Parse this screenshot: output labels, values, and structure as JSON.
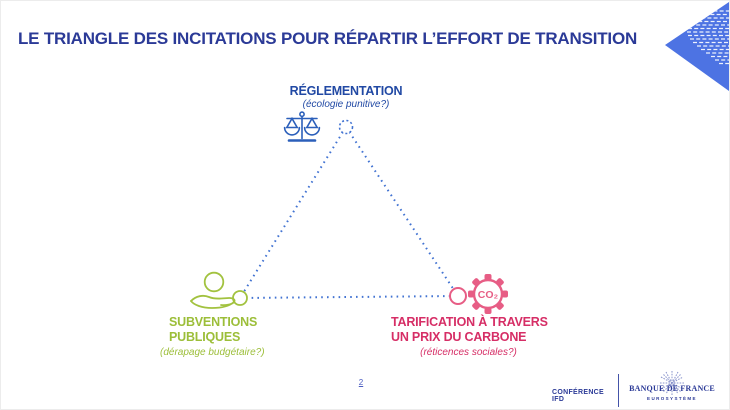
{
  "slide": {
    "title": "LE TRIANGLE DES INCITATIONS POUR RÉPARTIR L’EFFORT DE TRANSITION",
    "page_number": "2"
  },
  "colors": {
    "title_blue": "#2B3A97",
    "diagram_line_blue": "#4273D2",
    "regulation_blue": "#2149A4",
    "subsidy_green": "#9CBE39",
    "carbon_pink": "#D62E66",
    "brand_arrow_blue": "#4D73E3"
  },
  "diagram": {
    "vertices": {
      "top": {
        "label": "RÉGLEMENTATION",
        "sublabel": "(écologie punitive?)",
        "icon": "balance-scales-icon"
      },
      "bottom_left": {
        "line1": "SUBVENTIONS",
        "line2": "PUBLIQUES",
        "sublabel": "(dérapage budgétaire?)",
        "icon": "hand-offering-icon"
      },
      "bottom_right": {
        "line1": "TARIFICATION À TRAVERS",
        "line2": "UN PRIX DU CARBONE",
        "sublabel": "(réticences sociales?)",
        "icon": "co2-gear-icon",
        "icon_text": "CO₂"
      }
    }
  },
  "footer": {
    "conference": "CONFÉRENCE IFD",
    "bank_name": "BANQUE DE FRANCE",
    "bank_subname": "EUROSYSTÈME"
  }
}
